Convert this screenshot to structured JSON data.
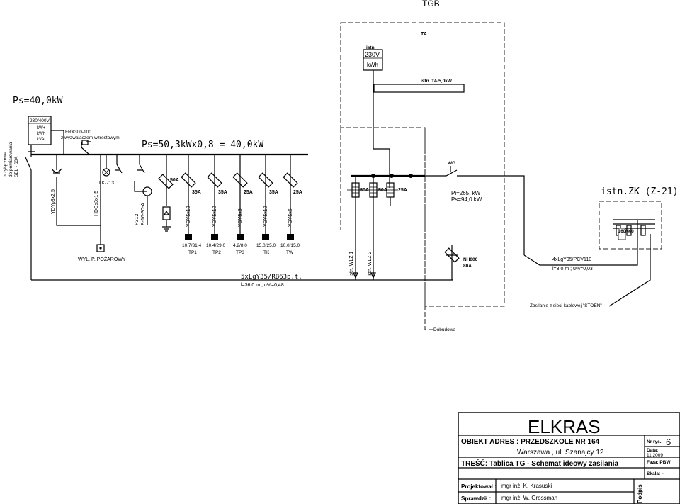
{
  "header": {
    "title": "TGB"
  },
  "power": {
    "ps_total": "Ps=40,0kW",
    "ps_calc": "Ps=50,3kWx0,8 = 40,0kW",
    "pi_ps": [
      "Pi=265, kW",
      "Ps=94,0 kW"
    ],
    "zk_label": "istn.ZK (Z-21)"
  },
  "meter": {
    "ratio": "230/400V",
    "lines": [
      "kW+",
      "kWh",
      "kVAr"
    ]
  },
  "main_switch": {
    "name": "FRX300-100",
    "desc": "z wyzwalaczem wzrostowym"
  },
  "vertical_labels": {
    "przylacze": [
      "przyłączowe",
      "do pomiarowania",
      "SEL - 63A"
    ],
    "cable1": "YDYp3x2,5",
    "cable2": "HDGs3x1,5",
    "relay": "LK-713",
    "p312": [
      "P312",
      "B-16-30-A"
    ]
  },
  "fire": {
    "label": "WYŁ. P. POŻAROWY"
  },
  "circuits": [
    {
      "fuse": "35A",
      "cable": "YDY5x10",
      "load": "10,7/31,4",
      "name": "TP1"
    },
    {
      "fuse": "35A",
      "cable": "YDY5x10",
      "load": "10,4/29,0",
      "name": "TP2"
    },
    {
      "fuse": "25A",
      "cable": "YDY5x6",
      "load": "4,2/8,0",
      "name": "TP3"
    },
    {
      "fuse": "35A",
      "cable": "YDY5x10",
      "load": "15,0/25,0",
      "name": "TK"
    },
    {
      "fuse": "25A",
      "cable": "YDY5x6",
      "load": "10,0/15,0",
      "name": "TW"
    }
  ],
  "first_fuse": "50A",
  "feeder": {
    "cable": "5xLgY35/RB63p.t.",
    "params": "l=36,0 m ; u%=0,48"
  },
  "ta": {
    "title": "TA",
    "istn": "istn.",
    "meter": [
      "230V",
      "kWh"
    ],
    "bar_label": "istn. TA/5,0kW"
  },
  "tgb_fuses": [
    "50A",
    "50A",
    "25A"
  ],
  "wlz": [
    "istn. WLZ 1",
    "istn. WLZ 2"
  ],
  "wg": "WG",
  "nh": [
    "NH000",
    "80A"
  ],
  "zk_caps": "160/400",
  "supply": {
    "cable": "4xLgY95/PCV110",
    "params": "l=3,0 m ; u%=0,03",
    "note": "Zasilanie z sieci kablowej \"STOEN\""
  },
  "dobudowa": "Dobudowa",
  "titleblock": {
    "company": "ELKRAS",
    "object": "OBIEKT ADRES : PRZEDSZKOLE NR 164",
    "address": "Warszawa , ul. Szanajcy 12",
    "content": "TREŚĆ: Tablica TG - Schemat ideowy zasilania",
    "nr_label": "Nr rys.",
    "nr_value": "6",
    "date_label": "Data:",
    "date_value": "11.2009",
    "phase": "Faza: PBW",
    "scale": "Skala: --",
    "designer_label": "Projektował :",
    "designer": "mgr inż. K. Krasuski",
    "checker_label": "Sprawdził :",
    "checker": "mgr inż. W. Grossman",
    "sign": "Podpis"
  }
}
